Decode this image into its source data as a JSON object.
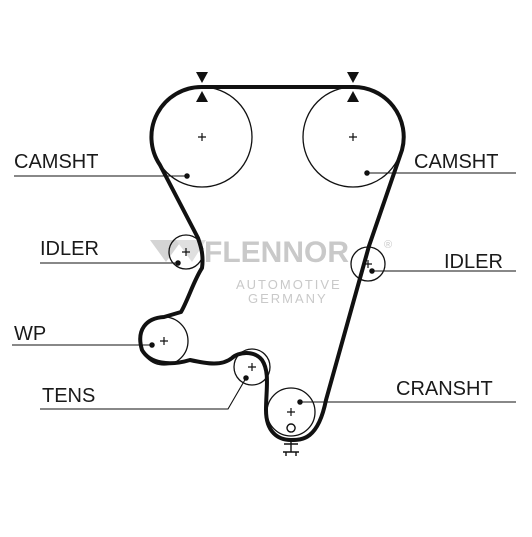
{
  "labels": {
    "camshaft_left": "CAMSHT",
    "camshaft_right": "CAMSHT",
    "idler_left": "IDLER",
    "idler_right": "IDLER",
    "water_pump": "WP",
    "tensioner": "TENS",
    "crankshaft": "CRANSHT"
  },
  "watermark": {
    "brand": "FLENNOR",
    "tagline_1": "AUTOMOTIVE",
    "tagline_2": "GERMANY",
    "registered": "®"
  },
  "colors": {
    "line": "#111111",
    "watermark": "#c9c9c9",
    "background": "#ffffff"
  }
}
